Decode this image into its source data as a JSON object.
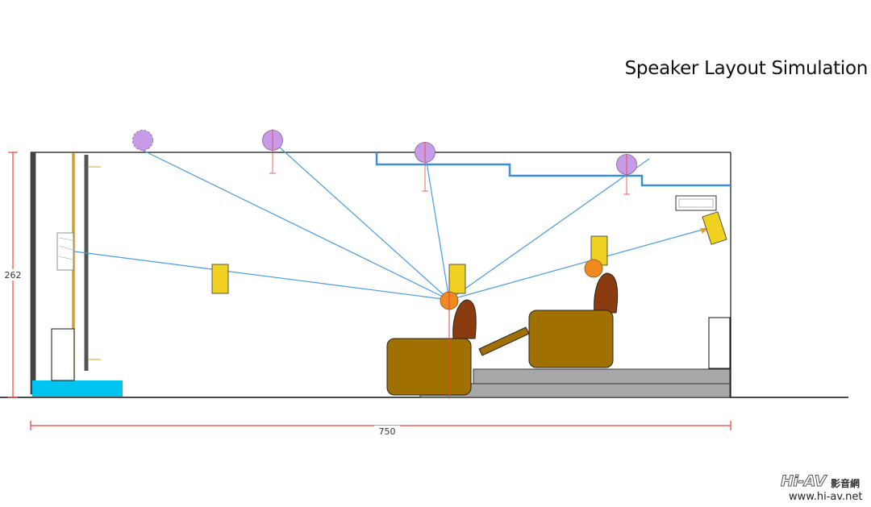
{
  "title": "Speaker Layout Simulation",
  "dimensions": {
    "height_label": "262",
    "width_label": "750"
  },
  "watermark": {
    "brand": "Hi-AV",
    "chinese": "影音網",
    "url": "www.hi-av.net"
  },
  "colors": {
    "dimension": "#e8433a",
    "ray": "#4a9be0",
    "ceiling_speaker": "#c89be8",
    "speaker": "#f0d020",
    "seat": "#a07000",
    "seat_back": "#8a3c10",
    "head": "#f08a20",
    "riser": "#a8a8a8",
    "floor_block": "#00c4f0",
    "front_wall": "#d0a030"
  },
  "chart_data": {
    "type": "diagram",
    "scene": "home theater side-section view",
    "room": {
      "height": 262,
      "length": 750
    },
    "speakers": [
      {
        "name": "overhead-speaker-1",
        "kind": "ceiling"
      },
      {
        "name": "overhead-speaker-2",
        "kind": "ceiling"
      },
      {
        "name": "overhead-speaker-3",
        "kind": "ceiling"
      },
      {
        "name": "overhead-speaker-4",
        "kind": "ceiling"
      },
      {
        "name": "screen-speaker",
        "kind": "front"
      },
      {
        "name": "side-speaker-front",
        "kind": "side"
      },
      {
        "name": "side-speaker-mid",
        "kind": "side"
      },
      {
        "name": "side-speaker-rear",
        "kind": "side"
      },
      {
        "name": "rear-speaker",
        "kind": "rear"
      }
    ],
    "seating_rows": 2
  }
}
